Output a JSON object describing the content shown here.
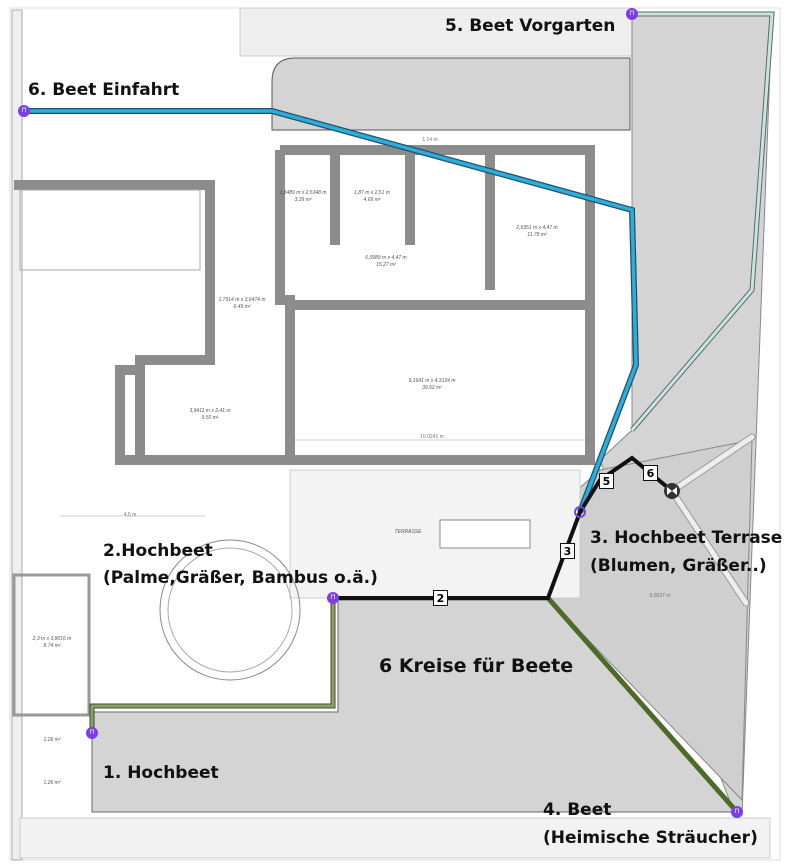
{
  "colors": {
    "pipe_blue": "#29aee0",
    "pipe_cyan": "#c4e6e2",
    "pipe_black": "#111111",
    "pipe_green": "#6d8f3a",
    "bed_gray": "#d4d4d4",
    "wall_gray": "#8c8c8c",
    "tap_purple": "#7b3fe4"
  },
  "labels": {
    "beet5": "5. Beet Vorgarten",
    "beet6": "6. Beet Einfahrt",
    "hochbeet2_title": "2.Hochbeet",
    "hochbeet2_sub": "(Palme,Gräßer, Bambus o.ä.)",
    "hochbeet3_title": "3. Hochbeet Terrase",
    "hochbeet3_sub": "(Blumen, Gräßer..)",
    "circles": "6 Kreise für Beete",
    "hochbeet1": "1. Hochbeet",
    "beet4_title": "4. Beet",
    "beet4_sub": "(Heimische Sträucher)"
  },
  "markers": [
    "2",
    "3",
    "5",
    "6"
  ],
  "rooms": [
    {
      "dims": "1,3489 m x 2,5348 m",
      "area": "3.39 m²"
    },
    {
      "dims": "1,87 m x 2,51 m",
      "area": "4.69 m²"
    },
    {
      "dims": "6,0989 m x 4,47 m",
      "area": "15.27 m²"
    },
    {
      "dims": "2,6351 m x 4,47 m",
      "area": "11.78 m²"
    },
    {
      "dims": "1,7914 m x 3,6474 m",
      "area": "6.49 m²"
    },
    {
      "dims": "9,1641 m x 4,3124 m",
      "area": "39.52 m²"
    },
    {
      "dims": "3,9411 m x 2,41 m",
      "area": "9.50 m²"
    },
    {
      "dims": "2,3 m x 3,8016 m",
      "area": "8.74 m²"
    },
    {
      "dims": "",
      "area": "1.26 m²"
    },
    {
      "dims": "",
      "area": "1.26 m²"
    }
  ],
  "terrace_label": "TERRASSE",
  "dimensions": [
    "1.14 m",
    "4.5 m",
    "10.0241 m",
    "5.0037 m"
  ],
  "icons": {
    "tap": "faucet-icon",
    "valve": "valve-icon"
  }
}
